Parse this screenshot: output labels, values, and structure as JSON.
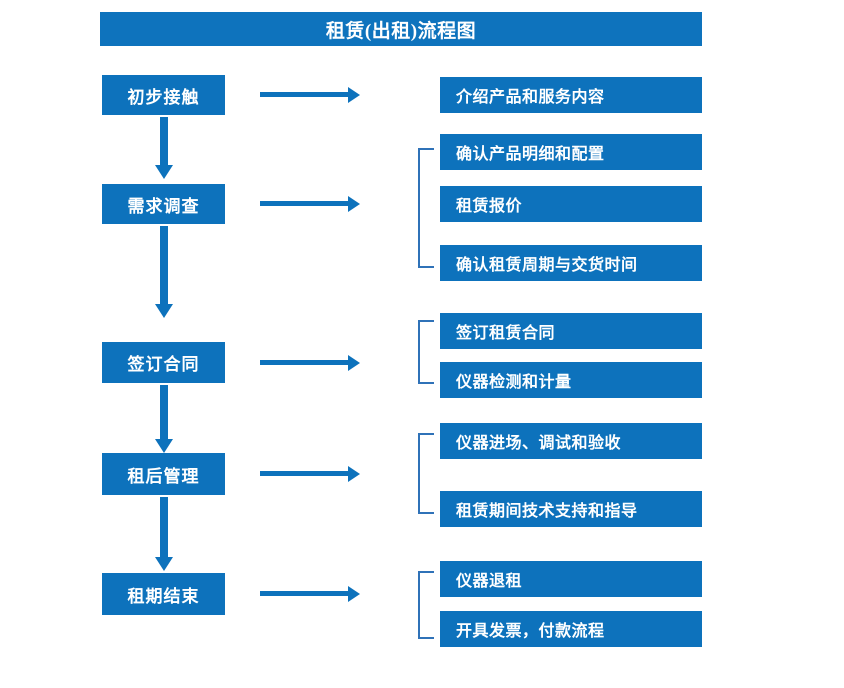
{
  "diagram": {
    "title": "租赁(出租)流程图",
    "theme": {
      "box_fill": "#0d72bc",
      "title_fill": "#0e73bd",
      "text_color": "#ffffff",
      "arrow_color": "#0d72bc",
      "bracket_color": "#2f72b8",
      "background": "#ffffff"
    },
    "stages": [
      {
        "id": "stage-1",
        "label": "初步接触",
        "details": [
          "介绍产品和服务内容"
        ],
        "has_bracket": false,
        "has_arrow_to_next": true
      },
      {
        "id": "stage-2",
        "label": "需求调查",
        "details": [
          "确认产品明细和配置",
          "租赁报价",
          "确认租赁周期与交货时间"
        ],
        "has_bracket": true,
        "has_arrow_to_next": true
      },
      {
        "id": "stage-3",
        "label": "签订合同",
        "details": [
          "签订租赁合同",
          "仪器检测和计量"
        ],
        "has_bracket": true,
        "has_arrow_to_next": true
      },
      {
        "id": "stage-4",
        "label": "租后管理",
        "details": [
          "仪器进场、调试和验收",
          "租赁期间技术支持和指导"
        ],
        "has_bracket": true,
        "has_arrow_to_next": true
      },
      {
        "id": "stage-5",
        "label": "租期结束",
        "details": [
          "仪器退租",
          "开具发票，付款流程"
        ],
        "has_bracket": true,
        "has_arrow_to_next": false
      }
    ],
    "icons": {
      "right_arrow": "right-arrow-icon",
      "down_arrow": "down-arrow-icon",
      "group_bracket": "group-bracket-icon"
    }
  }
}
